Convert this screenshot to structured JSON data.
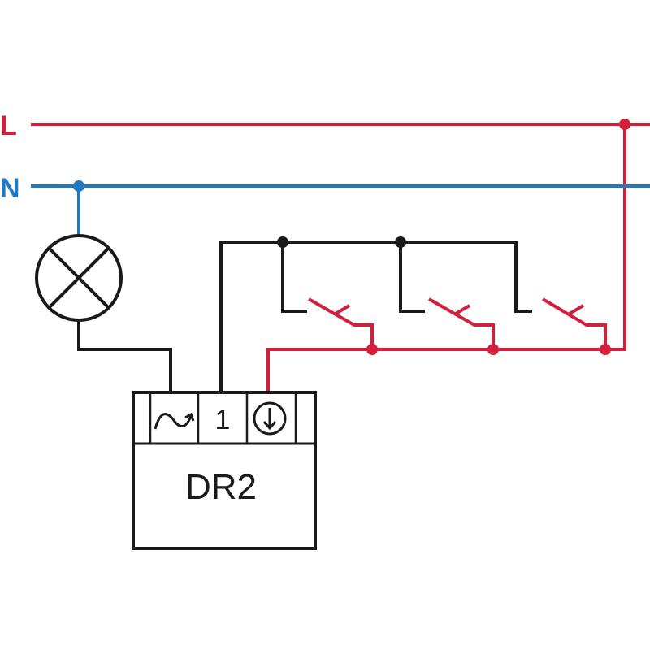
{
  "rails": {
    "line": {
      "label": "L",
      "color": "#d11f3c"
    },
    "neutral": {
      "label": "N",
      "color": "#1f78c0"
    }
  },
  "wire_colors": {
    "switched": "#d11f3c",
    "control": "#1a1a1a"
  },
  "lamp": {
    "icon": "lamp-icon"
  },
  "pushbuttons": {
    "icon": "pushbutton-icon",
    "count": 3
  },
  "device": {
    "name": "DR2",
    "terminals": [
      {
        "icon": "dimmer-output-icon",
        "label": ""
      },
      {
        "icon": "",
        "label": "1"
      },
      {
        "icon": "power-button-icon",
        "label": ""
      }
    ]
  }
}
